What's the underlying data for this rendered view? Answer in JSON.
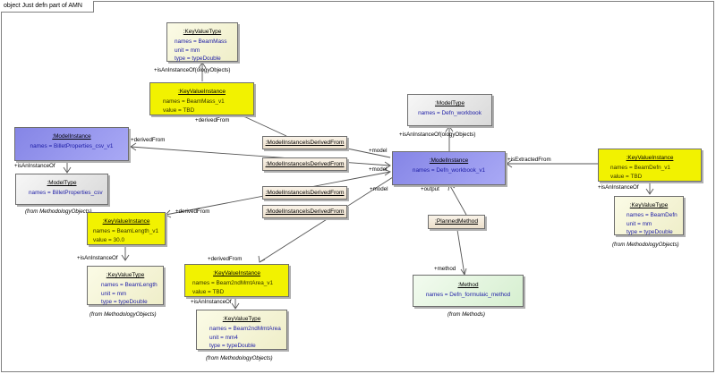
{
  "frame": {
    "title": "object Just defn part of AMN"
  },
  "nodes": {
    "kvt_beammass": {
      "title": ":KeyValueType",
      "attrs": [
        "names = BeamMass",
        "unit = mm",
        "type = typeDouble"
      ]
    },
    "kvi_beammass": {
      "title": ":KeyValueInstance",
      "attrs": [
        "names = BeamMass_v1",
        "value = TBD"
      ]
    },
    "mi_billet": {
      "title": ":ModelInstance",
      "attrs": [
        "names = BilletProperties_csv_v1"
      ]
    },
    "mt_billet": {
      "title": ":ModelType",
      "attrs": [
        "names = BilletProperties_csv"
      ],
      "from": "(from MethodologyObjects)"
    },
    "kvi_beamlength": {
      "title": ":KeyValueInstance",
      "attrs": [
        "names = BeamLength_v1",
        "value = 30.0"
      ]
    },
    "kvt_beamlength": {
      "title": ":KeyValueType",
      "attrs": [
        "names = BeamLength",
        "unit = mm",
        "type = typeDouble"
      ],
      "from": "(from MethodologyObjects)"
    },
    "kvi_beam2nd": {
      "title": ":KeyValueInstance",
      "attrs": [
        "names = Beam2ndMmtArea_v1",
        "value = TBD"
      ]
    },
    "kvt_beam2nd": {
      "title": ":KeyValueType",
      "attrs": [
        "names = Beam2ndMmtArea",
        "unit = mm4",
        "type = typeDouble"
      ],
      "from": "(from MethodologyObjects)"
    },
    "mt_defn": {
      "title": ":ModelType",
      "attrs": [
        "names = Defn_workbook"
      ]
    },
    "mi_defn": {
      "title": ":ModelInstance",
      "attrs": [
        "names = Defn_workbook_v1"
      ]
    },
    "kvi_beamdefn": {
      "title": ":KeyValueInstance",
      "attrs": [
        "names = BeamDefn_v1",
        "value = TBD"
      ]
    },
    "kvt_beamdefn": {
      "title": ":KeyValueType",
      "attrs": [
        "names = BeamDefn",
        "unit = mm",
        "type = typeDouble"
      ],
      "from": "(from MethodologyObjects)"
    },
    "planned": {
      "title": ":PlannedMethod"
    },
    "method": {
      "title": ":Method",
      "attrs": [
        "names = Defn_formulaic_method"
      ],
      "from": "(from Methods)"
    }
  },
  "assoc_classes": [
    ":ModelInstanceIsDerivedFrom",
    ":ModelInstanceIsDerivedFrom",
    ":ModelInstanceIsDerivedFrom",
    ":ModelInstanceIsDerivedFrom"
  ],
  "labels": {
    "is_instance_of_beammass": "+isAnInstanceOf(ologyObjects)",
    "derived_from_beammass": "+derivedFrom",
    "derived_from_billet": "+derivedFrom",
    "is_instance_of_billet": "+isAnInstanceOf",
    "derived_from_beamlength": "+derivedFrom",
    "is_instance_of_beamlength": "+isAnInstanceOf",
    "derived_from_beam2nd": "+derivedFrom",
    "is_instance_of_beam2nd": "+isAnInstanceOf",
    "is_instance_of_defn": "+isAnInstanceOf(ologyObjects)",
    "is_extracted_from": "+isExtractedFrom",
    "is_instance_of_beamdefn": "+isAnInstanceOf",
    "model_1": "+model",
    "model_2": "+model",
    "model_3": "+model",
    "output": "+output",
    "method": "+method"
  }
}
